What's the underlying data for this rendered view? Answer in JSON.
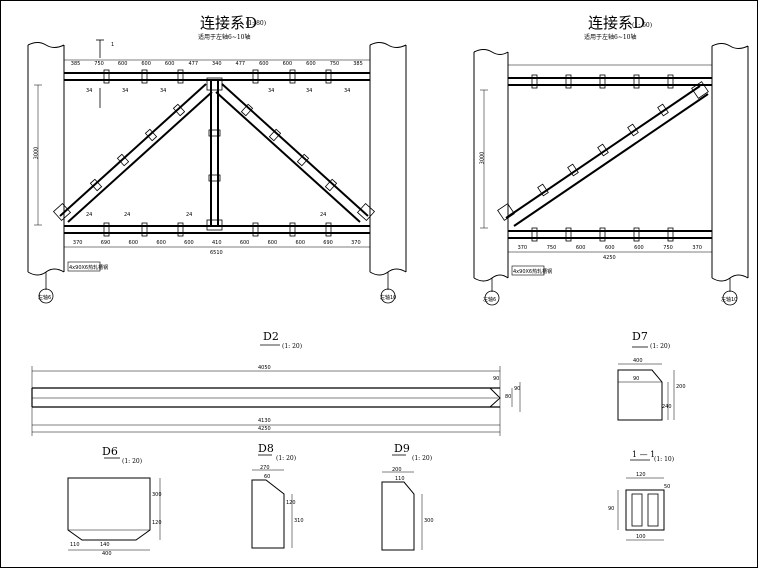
{
  "drawing_left": {
    "title": "连接系D",
    "scale": "(1: 80)",
    "subtitle": "适用于左轴6~10轴",
    "section_mark": "1",
    "axis_left": "左轴6",
    "axis_right": "左轴10",
    "height_dim": "3000",
    "top_dims": [
      "385",
      "750",
      "600",
      "600",
      "600",
      "477",
      "340",
      "477",
      "600",
      "600",
      "600",
      "750",
      "385"
    ],
    "bottom_dims": [
      "370",
      "690",
      "600",
      "600",
      "600",
      "410",
      "600",
      "600",
      "600",
      "690",
      "370"
    ],
    "total_dim": "6510",
    "member_labels": [
      "34",
      "34",
      "34",
      "34",
      "34",
      "34",
      "24",
      "24",
      "24",
      "24"
    ],
    "note": "4x90X6热轧槽钢"
  },
  "drawing_right": {
    "title": "连接系D",
    "scale": "(1: 60)",
    "subtitle": "适用于左轴6~10轴",
    "axis_left": "左轴6",
    "axis_right": "左轴10",
    "height_dim": "3000",
    "total_dim": "4250",
    "bottom_dims": [
      "370",
      "750",
      "600",
      "600",
      "600",
      "750",
      "370"
    ],
    "note": "4x90X6热轧槽钢"
  },
  "details": {
    "d2": {
      "title": "D2",
      "scale": "(1: 20)",
      "dims": [
        "4050",
        "4130",
        "4250",
        "90",
        "80",
        "90"
      ]
    },
    "d6": {
      "title": "D6",
      "scale": "(1: 20)",
      "dims": [
        "400",
        "300",
        "120",
        "140",
        "110"
      ]
    },
    "d7": {
      "title": "D7",
      "scale": "(1: 20)",
      "dims": [
        "400",
        "200",
        "240",
        "90"
      ]
    },
    "d8": {
      "title": "D8",
      "scale": "(1: 20)",
      "dims": [
        "270",
        "120",
        "310",
        "60"
      ]
    },
    "d9": {
      "title": "D9",
      "scale": "(1: 20)",
      "dims": [
        "200",
        "110",
        "300"
      ]
    },
    "d10": {
      "title": "1 — 1",
      "scale": "(1: 10)",
      "dims": [
        "120",
        "100",
        "90",
        "50"
      ]
    }
  }
}
